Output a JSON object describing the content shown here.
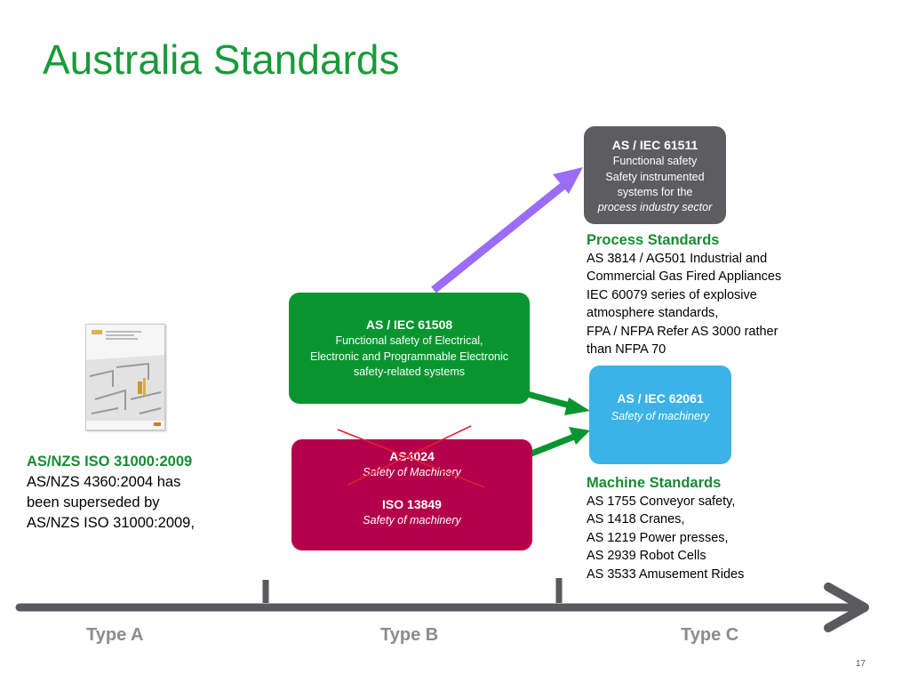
{
  "title": "Australia Standards",
  "boxes": {
    "as_iec_61511": {
      "title": "AS / IEC 61511",
      "line1": "Functional safety",
      "line2": "Safety instrumented",
      "line3": "systems for the",
      "line4": "process industry sector"
    },
    "as_iec_61508": {
      "title": "AS / IEC 61508",
      "line1": "Functional safety of Electrical,",
      "line2": "Electronic and Programmable Electronic",
      "line3": "safety-related systems"
    },
    "as_iec_62061": {
      "title": "AS / IEC 62061",
      "subtitle": "Safety of machinery"
    },
    "as4024": {
      "title": "AS4024",
      "subtitle": "Safety of Machinery",
      "title2": "ISO 13849",
      "subtitle2": "Safety of machinery"
    }
  },
  "process_standards": {
    "heading": "Process Standards",
    "lines": [
      "AS 3814 / AG501 Industrial and",
      "Commercial Gas Fired Appliances",
      "IEC 60079 series of explosive",
      "atmosphere standards,",
      "FPA / NFPA Refer AS 3000 rather",
      "than NFPA 70"
    ]
  },
  "machine_standards": {
    "heading": "Machine Standards",
    "lines": [
      "AS 1755 Conveyor safety,",
      "AS 1418 Cranes,",
      "AS 1219 Power presses,",
      "AS 2939 Robot Cells",
      "AS 3533 Amusement Rides"
    ]
  },
  "risk_standard": {
    "heading": "AS/NZS ISO 31000:2009",
    "lines": [
      "AS/NZS 4360:2004 has",
      "been superseded by",
      "AS/NZS ISO 31000:2009,"
    ]
  },
  "timeline": {
    "type_a": "Type A",
    "type_b": "Type B",
    "type_c": "Type C"
  },
  "page_number": "17",
  "colors": {
    "title_green": "#1a9a3a",
    "box_61511": "#5d5d60",
    "box_61508": "#08952f",
    "box_62061": "#3bb3e6",
    "box_as4024": "#b4004b",
    "arrow_purple": "#9b6cf5",
    "arrow_green": "#08952f",
    "cross_red": "#e0202e",
    "timeline_gray": "#5a5a5e"
  }
}
